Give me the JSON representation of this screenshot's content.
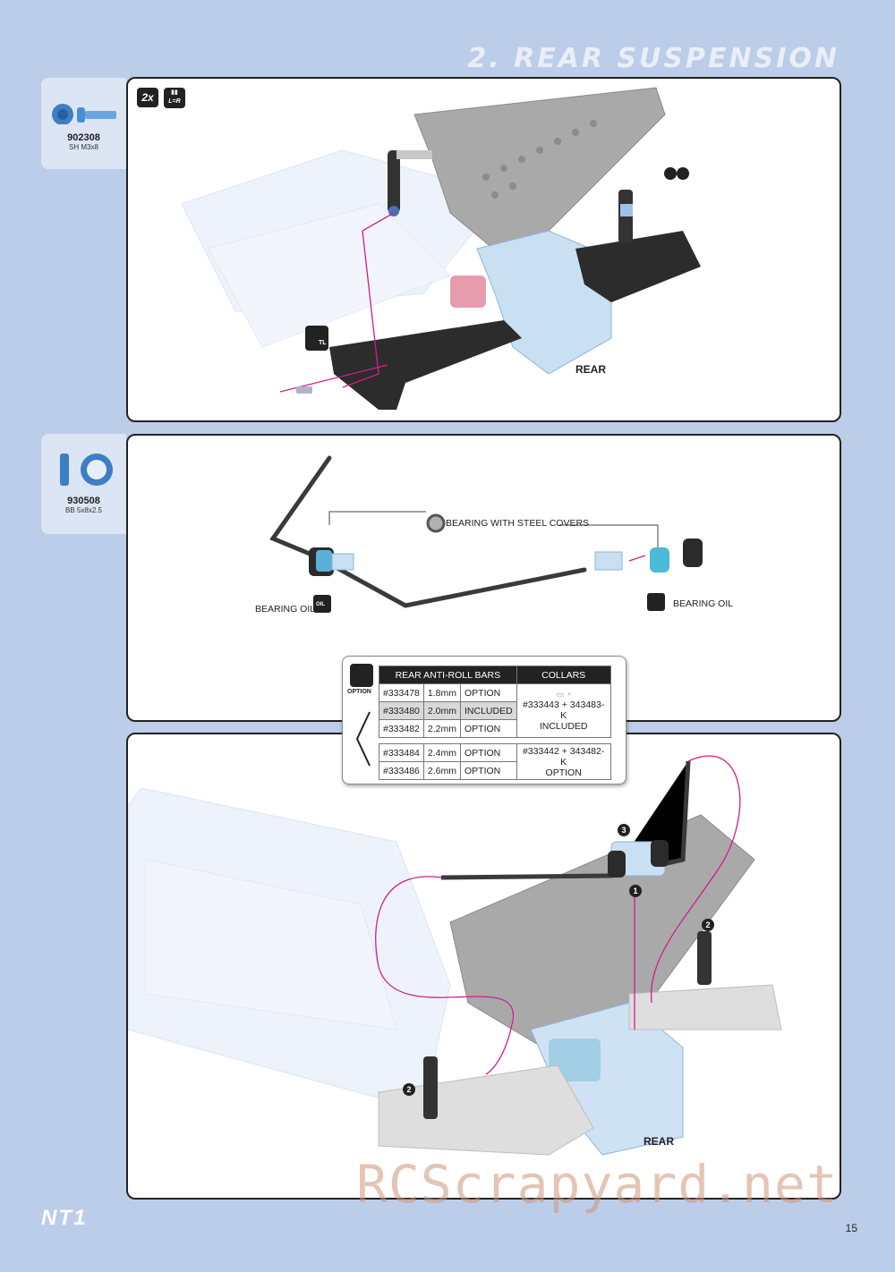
{
  "header": {
    "section_title": "2. REAR SUSPENSION"
  },
  "parts": [
    {
      "code": "902308",
      "desc": "SH M3x8"
    },
    {
      "code": "930508",
      "desc": "BB 5x8x2.5"
    }
  ],
  "step1": {
    "badge_qty": "2x",
    "badge_lr": "L=R",
    "rear_label": "REAR",
    "tl_label": "TL"
  },
  "step2": {
    "bearing_steel": "BEARING WITH STEEL COVERS",
    "bearing_oil_left": "BEARING OIL",
    "bearing_oil_right": "BEARING OIL",
    "oil_label": "OIL"
  },
  "table": {
    "option_label": "OPTION",
    "header_bars": "REAR ANTI-ROLL BARS",
    "header_collars": "COLLARS",
    "rows": [
      {
        "part": "#333478",
        "size": "1.8mm",
        "status": "OPTION"
      },
      {
        "part": "#333480",
        "size": "2.0mm",
        "status": "INCLUDED"
      },
      {
        "part": "#333482",
        "size": "2.2mm",
        "status": "OPTION"
      },
      {
        "part": "#333484",
        "size": "2.4mm",
        "status": "OPTION"
      },
      {
        "part": "#333486",
        "size": "2.6mm",
        "status": "OPTION"
      }
    ],
    "collar1_part": "#333443 + 343483-K",
    "collar1_status": "INCLUDED",
    "collar2_part": "#333442 + 343482-K",
    "collar2_status": "OPTION"
  },
  "step3": {
    "rear_label": "REAR",
    "n1": "1",
    "n2a": "2",
    "n2b": "2",
    "n3": "3"
  },
  "footer": {
    "logo": "NT1",
    "page_number": "15",
    "watermark": "RCScrapyard.net"
  }
}
